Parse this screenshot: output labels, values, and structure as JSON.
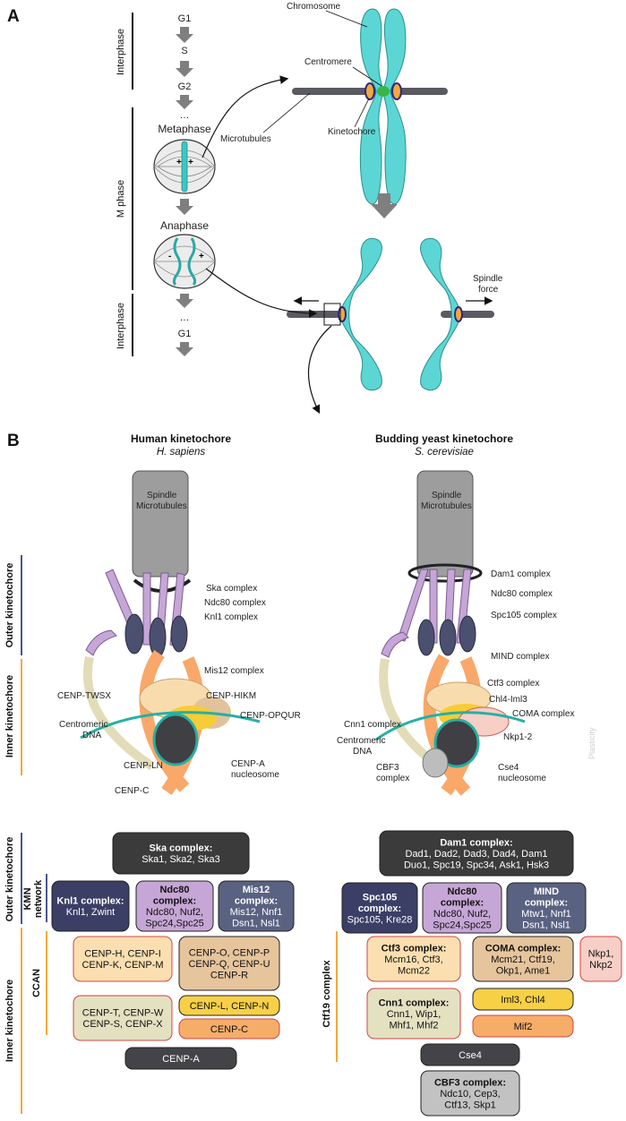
{
  "panel_a": {
    "letter": "A",
    "cycle": [
      "G1",
      "S",
      "G2",
      "…",
      "Metaphase",
      "Anaphase",
      "…",
      "G1"
    ],
    "phases": {
      "interphase_top": "Interphase",
      "m_phase": "M phase",
      "interphase_bottom": "Interphase"
    },
    "labels": {
      "chromosome": "Chromosome",
      "centromere": "Centromere",
      "kinetochore": "Kinetochore",
      "microtubules": "Microtubules",
      "spindle_force_1": "Spindle",
      "spindle_force_2": "force"
    }
  },
  "panel_b": {
    "letter": "B",
    "human": {
      "title": "Human kinetochore",
      "species": "H. sapiens",
      "spindle_1": "Spindle",
      "spindle_2": "Microtubules",
      "labels": [
        "Ska complex",
        "Ndc80 complex",
        "Knl1 complex",
        "Mis12 complex",
        "CENP-HIKM",
        "CENP-OPQUR",
        "CENP-TWSX",
        "CENP-LN",
        "CENP-A",
        "nucleosome",
        "CENP-C"
      ],
      "dna_1": "Centromeric",
      "dna_2": "DNA"
    },
    "yeast": {
      "title": "Budding yeast kinetochore",
      "species": "S. cerevisiae",
      "spindle_1": "Spindle",
      "spindle_2": "Microtubules",
      "labels": [
        "Dam1 complex",
        "Ndc80 complex",
        "Spc105 complex",
        "MIND complex",
        "Ctf3 complex",
        "Chl4-Iml3",
        "COMA complex",
        "Cnn1 complex",
        "Nkp1-2",
        "CBF3",
        "complex",
        "Cse4",
        "nucleosome"
      ],
      "dna_1": "Centromeric",
      "dna_2": "DNA"
    },
    "side_labels": {
      "outer": "Outer kinetochore",
      "inner": "Inner kinetochore",
      "kmn_1": "KMN",
      "kmn_2": "network",
      "ccan": "CCAN",
      "ctf19": "Ctf19 complex"
    },
    "watermark": "Plasticity",
    "human_boxes": [
      {
        "title": "Ska complex:",
        "lines": [
          "Ska1, Ska2, Ska3"
        ],
        "color": "#3b3b3b"
      },
      {
        "title": "Knl1 complex:",
        "lines": [
          "Knl1, Zwint"
        ],
        "color": "#3b3f66"
      },
      {
        "title": "Ndc80",
        "lines": [
          "complex:",
          "Ndc80, Nuf2,",
          "Spc24,Spc25"
        ],
        "color": "#c6a6d6"
      },
      {
        "title": "Mis12",
        "lines": [
          "complex:",
          "Mis12, Nnf1",
          "Dsn1, Nsl1"
        ],
        "color": "#5a6282"
      },
      {
        "title": "",
        "lines": [
          "CENP-H, CENP-I",
          "CENP-K, CENP-M"
        ],
        "color": "#fbdfb0"
      },
      {
        "title": "",
        "lines": [
          "CENP-O, CENP-P",
          "CENP-Q, CENP-U",
          "CENP-R"
        ],
        "color": "#e6c49c"
      },
      {
        "title": "",
        "lines": [
          "CENP-T, CENP-W",
          "CENP-S, CENP-X"
        ],
        "color": "#e4e1c1"
      },
      {
        "title": "",
        "lines": [
          "CENP-L, CENP-N"
        ],
        "color": "#f7d046"
      },
      {
        "title": "",
        "lines": [
          "CENP-C"
        ],
        "color": "#f6ad68"
      },
      {
        "title": "",
        "lines": [
          "CENP-A"
        ],
        "color": "#444448"
      }
    ],
    "yeast_boxes": [
      {
        "title": "Dam1 complex:",
        "lines": [
          "Dad1, Dad2, Dad3, Dad4, Dam1",
          "Duo1, Spc19, Spc34, Ask1, Hsk3"
        ],
        "color": "#3b3b3b"
      },
      {
        "title": "Spc105",
        "lines": [
          "complex:",
          "Spc105, Kre28"
        ],
        "color": "#3b3f66"
      },
      {
        "title": "Ndc80",
        "lines": [
          "complex:",
          "Ndc80, Nuf2,",
          "Spc24,Spc25"
        ],
        "color": "#c6a6d6"
      },
      {
        "title": "MIND",
        "lines": [
          "complex:",
          "Mtw1, Nnf1",
          "Dsn1, Nsl1"
        ],
        "color": "#5a6282"
      },
      {
        "title": "Ctf3 complex:",
        "lines": [
          "Mcm16, Ctf3,",
          "Mcm22"
        ],
        "color": "#fbdfb0"
      },
      {
        "title": "COMA complex:",
        "lines": [
          "Mcm21, Ctf19,",
          "Okp1, Ame1"
        ],
        "color": "#e6c49c"
      },
      {
        "title": "",
        "lines": [
          "Nkp1,",
          "Nkp2"
        ],
        "color": "#f7cfc7"
      },
      {
        "title": "Cnn1 complex:",
        "lines": [
          "Cnn1, Wip1,",
          "Mhf1, Mhf2"
        ],
        "color": "#e4e1c1"
      },
      {
        "title": "",
        "lines": [
          "Iml3, Chl4"
        ],
        "color": "#f7d046"
      },
      {
        "title": "",
        "lines": [
          "Mif2"
        ],
        "color": "#f6ad68"
      },
      {
        "title": "",
        "lines": [
          "Cse4"
        ],
        "color": "#444448"
      },
      {
        "title": "CBF3 complex:",
        "lines": [
          "Ndc10, Cep3,",
          "Ctf13, Skp1"
        ],
        "color": "#c2c2c2"
      }
    ]
  }
}
